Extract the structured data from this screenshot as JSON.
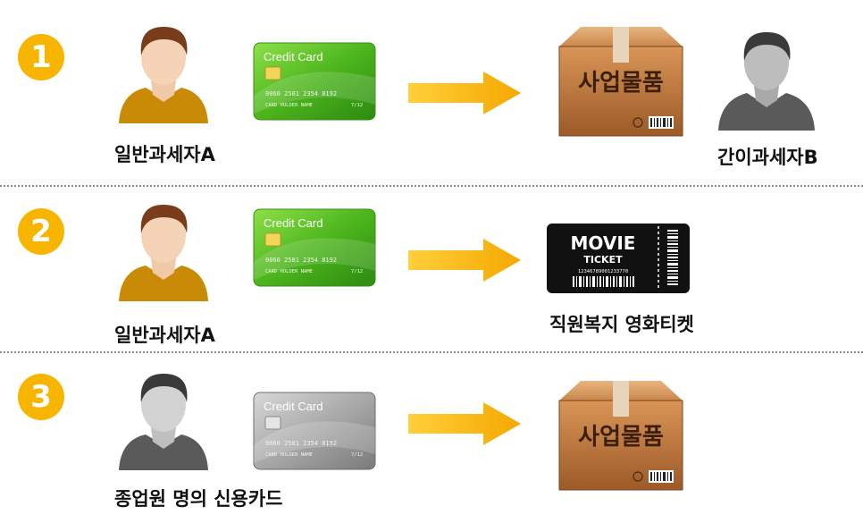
{
  "rows": [
    {
      "number": "1",
      "buyer_label": "일반과세자A",
      "card_text": "Credit Card",
      "card_number": "0060 2581 2354 8192",
      "card_holder": "CARD HOLDER NAME",
      "card_expiry": "7/12",
      "item_label": "사업물품",
      "seller_label": "간이과세자B"
    },
    {
      "number": "2",
      "buyer_label": "일반과세자A",
      "card_text": "Credit Card",
      "card_number": "0060 2581 2354 8192",
      "card_holder": "CARD HOLDER NAME",
      "card_expiry": "7/12",
      "ticket_title": "MOVIE",
      "ticket_sub": "TICKET",
      "ticket_code": "12346789001233770",
      "item_label": "직원복지 영화티켓"
    },
    {
      "number": "3",
      "buyer_label": "종업원 명의 신용카드",
      "card_text": "Credit Card",
      "card_number": "0060 2581 2354 8192",
      "card_holder": "CARD HOLDER NAME",
      "card_expiry": "7/12",
      "item_label": "사업물품"
    }
  ],
  "colors": {
    "badge": "#f7b500",
    "arrow": "#f9b800",
    "card_green": "#4caf1e",
    "card_gray": "#9a9a9a",
    "shirt_orange": "#c98a06",
    "shirt_gray": "#5a5a5a",
    "box_brown": "#b06a32"
  }
}
